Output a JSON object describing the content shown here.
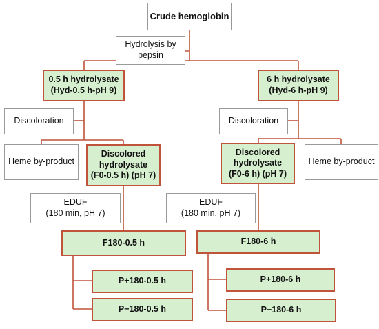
{
  "nodes": {
    "crude": "Crude hemoglobin",
    "hydrolysis": [
      "Hydrolysis by",
      "pepsin"
    ],
    "hyd05": [
      "0.5 h hydrolysate",
      "(Hyd-0.5 h-pH 9)"
    ],
    "hyd6": [
      "6 h hydrolysate",
      "(Hyd-6 h-pH 9)"
    ],
    "disc_left": "Discoloration",
    "disc_right": "Discoloration",
    "heme_left": "Heme by-product",
    "heme_right": "Heme by-product",
    "f0_05": [
      "Discolored",
      "hydrolysate",
      "(F0-0.5 h) (pH 7)"
    ],
    "f0_6": [
      "Discolored",
      "hydrolysate",
      "(F0-6 h) (pH 7)"
    ],
    "eduf_left": [
      "EDUF",
      "(180 min, pH 7)"
    ],
    "eduf_right": [
      "EDUF",
      "(180 min, pH 7)"
    ],
    "f180_05": "F180-0.5 h",
    "f180_6": "F180-6 h",
    "pplus_05": "P+180-0.5 h",
    "pminus_05": "P−180-0.5 h",
    "pplus_6": "P+180-6 h",
    "pminus_6": "P−180-6 h"
  },
  "colors": {
    "connector": "#c0543a",
    "node_fill": "#d6efcf",
    "plain_border": "#9a9a9a"
  }
}
